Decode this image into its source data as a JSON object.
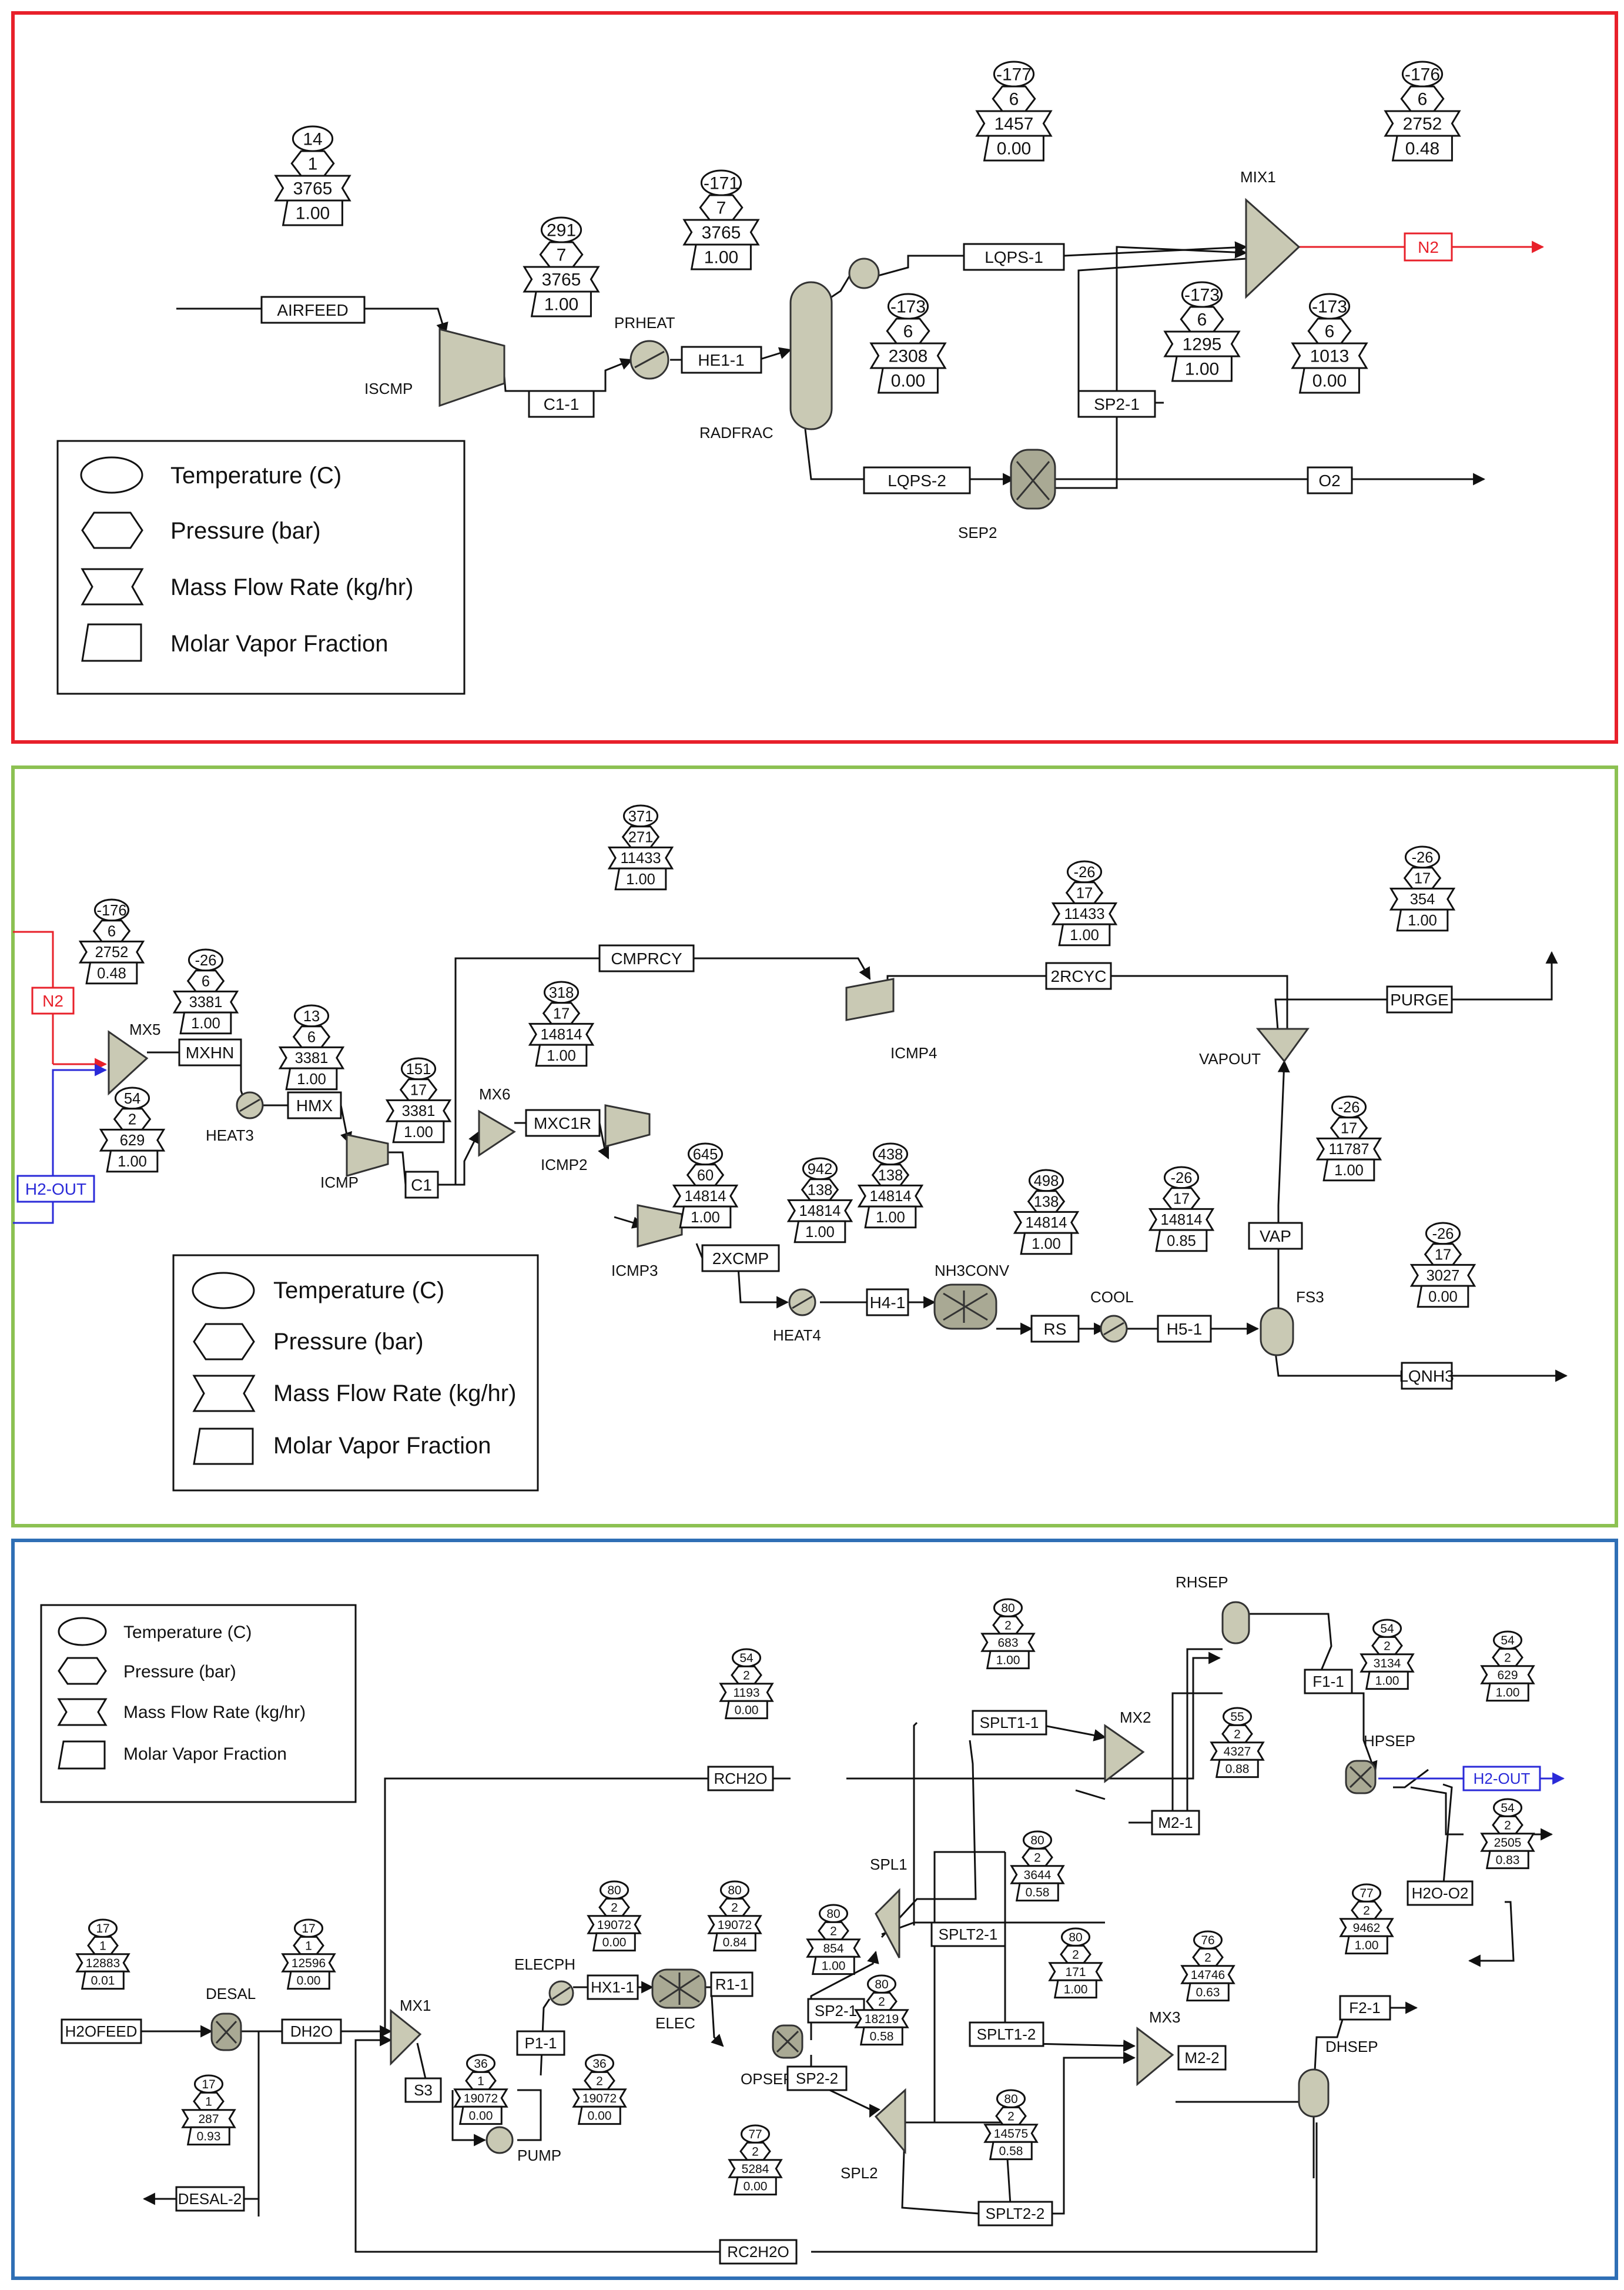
{
  "panel1": {
    "legend": {
      "temperature": "Temperature (C)",
      "pressure": "Pressure (bar)",
      "mass_flow": "Mass Flow Rate (kg/hr)",
      "vapor_fraction": "Molar Vapor Fraction"
    },
    "blocks": {
      "iscmp": "ISCMP",
      "prheat": "PRHEAT",
      "radfrac": "RADFRAC",
      "mix1": "MIX1",
      "sep2": "SEP2"
    },
    "streams": {
      "airfeed": "AIRFEED",
      "c1_1": "C1-1",
      "he1_1": "HE1-1",
      "lqps_1": "LQPS-1",
      "lqps_2": "LQPS-2",
      "sp2_1": "SP2-1",
      "n2": "N2",
      "o2": "O2"
    },
    "tags": {
      "airfeed": {
        "t": "14",
        "p": "1",
        "m": "3765",
        "v": "1.00"
      },
      "c1_1": {
        "t": "291",
        "p": "7",
        "m": "3765",
        "v": "1.00"
      },
      "he1_1": {
        "t": "-171",
        "p": "7",
        "m": "3765",
        "v": "1.00"
      },
      "lqps_1": {
        "t": "-177",
        "p": "6",
        "m": "1457",
        "v": "0.00"
      },
      "lqps_2": {
        "t": "-173",
        "p": "6",
        "m": "2308",
        "v": "0.00"
      },
      "sp2_1": {
        "t": "-173",
        "p": "6",
        "m": "1295",
        "v": "1.00"
      },
      "n2": {
        "t": "-176",
        "p": "6",
        "m": "2752",
        "v": "0.48"
      },
      "o2": {
        "t": "-173",
        "p": "6",
        "m": "1013",
        "v": "0.00"
      }
    }
  },
  "panel2": {
    "legend": {
      "temperature": "Temperature (C)",
      "pressure": "Pressure (bar)",
      "mass_flow": "Mass Flow Rate (kg/hr)",
      "vapor_fraction": "Molar Vapor Fraction"
    },
    "blocks": {
      "mx5": "MX5",
      "heat3": "HEAT3",
      "icmp": "ICMP",
      "mx6": "MX6",
      "icmp2": "ICMP2",
      "icmp3": "ICMP3",
      "heat4": "HEAT4",
      "icmp4": "ICMP4",
      "nh3conv": "NH3CONV",
      "cool": "COOL",
      "fs3": "FS3",
      "vapout": "VAPOUT"
    },
    "streams": {
      "n2": "N2",
      "h2out": "H2-OUT",
      "mxhn": "MXHN",
      "hmx": "HMX",
      "c1": "C1",
      "mxc1r": "MXC1R",
      "xcmp2": "2XCMP",
      "h4_1": "H4-1",
      "rs": "RS",
      "h5_1": "H5-1",
      "vap": "VAP",
      "lqnh3": "LQNH3",
      "purge": "PURGE",
      "rcyc2": "2RCYC",
      "cmprcy": "CMPRCY"
    },
    "tags": {
      "n2": {
        "t": "-176",
        "p": "6",
        "m": "2752",
        "v": "0.48"
      },
      "h2out": {
        "t": "54",
        "p": "2",
        "m": "629",
        "v": "1.00"
      },
      "mxhn": {
        "t": "-26",
        "p": "6",
        "m": "3381",
        "v": "1.00"
      },
      "hmx": {
        "t": "13",
        "p": "6",
        "m": "3381",
        "v": "1.00"
      },
      "c1": {
        "t": "151",
        "p": "17",
        "m": "3381",
        "v": "1.00"
      },
      "mxc1r": {
        "t": "318",
        "p": "17",
        "m": "14814",
        "v": "1.00"
      },
      "cmprcy": {
        "t": "371",
        "p": "271",
        "m": "11433",
        "v": "1.00"
      },
      "icmp2out": {
        "t": "645",
        "p": "60",
        "m": "14814",
        "v": "1.00"
      },
      "xcmp2": {
        "t": "942",
        "p": "138",
        "m": "14814",
        "v": "1.00"
      },
      "h4_1": {
        "t": "438",
        "p": "138",
        "m": "14814",
        "v": "1.00"
      },
      "rs": {
        "t": "498",
        "p": "138",
        "m": "14814",
        "v": "1.00"
      },
      "h5_1": {
        "t": "-26",
        "p": "17",
        "m": "14814",
        "v": "0.85"
      },
      "vap": {
        "t": "-26",
        "p": "17",
        "m": "11787",
        "v": "1.00"
      },
      "lqnh3": {
        "t": "-26",
        "p": "17",
        "m": "3027",
        "v": "0.00"
      },
      "rcyc2": {
        "t": "-26",
        "p": "17",
        "m": "11433",
        "v": "1.00"
      },
      "purge": {
        "t": "-26",
        "p": "17",
        "m": "354",
        "v": "1.00"
      }
    }
  },
  "panel3": {
    "legend": {
      "temperature": "Temperature (C)",
      "pressure": "Pressure (bar)",
      "mass_flow": "Mass Flow Rate (kg/hr)",
      "vapor_fraction": "Molar Vapor Fraction"
    },
    "blocks": {
      "desal": "DESAL",
      "mx1": "MX1",
      "pump": "PUMP",
      "elecph": "ELECPH",
      "elec": "ELEC",
      "opsep": "OPSEP",
      "spl1": "SPL1",
      "spl2": "SPL2",
      "mx2": "MX2",
      "mx3": "MX3",
      "rhsep": "RHSEP",
      "hpsep": "HPSEP",
      "dhsep": "DHSEP"
    },
    "streams": {
      "h2ofeed": "H2OFEED",
      "dh2o": "DH2O",
      "desal2": "DESAL-2",
      "s3": "S3",
      "p1_1": "P1-1",
      "hx1_1": "HX1-1",
      "r1_1": "R1-1",
      "sp2_1": "SP2-1",
      "sp2_2": "SP2-2",
      "rch2o": "RCH2O",
      "rc2h2o": "RC2H2O",
      "splt1_1": "SPLT1-1",
      "splt2_1": "SPLT2-1",
      "splt1_2": "SPLT1-2",
      "splt2_2": "SPLT2-2",
      "m2_1": "M2-1",
      "m2_2": "M2-2",
      "f1_1": "F1-1",
      "f2_1": "F2-1",
      "h2out": "H2-OUT",
      "h2o_o2": "H2O-O2"
    },
    "tags": {
      "h2ofeed": {
        "t": "17",
        "p": "1",
        "m": "12883",
        "v": "0.01"
      },
      "dh2o": {
        "t": "17",
        "p": "1",
        "m": "12596",
        "v": "0.00"
      },
      "desal2": {
        "t": "17",
        "p": "1",
        "m": "287",
        "v": "0.93"
      },
      "s3": {
        "t": "36",
        "p": "1",
        "m": "19072",
        "v": "0.00"
      },
      "p1_1": {
        "t": "36",
        "p": "2",
        "m": "19072",
        "v": "0.00"
      },
      "hx1_1": {
        "t": "80",
        "p": "2",
        "m": "19072",
        "v": "0.00"
      },
      "r1_1": {
        "t": "80",
        "p": "2",
        "m": "19072",
        "v": "0.84"
      },
      "sp2_1": {
        "t": "80",
        "p": "2",
        "m": "854",
        "v": "1.00"
      },
      "sp2_2": {
        "t": "80",
        "p": "2",
        "m": "18219",
        "v": "0.58"
      },
      "rch2o": {
        "t": "54",
        "p": "2",
        "m": "1193",
        "v": "0.00"
      },
      "splt1_1": {
        "t": "80",
        "p": "2",
        "m": "683",
        "v": "1.00"
      },
      "splt2_1": {
        "t": "80",
        "p": "2",
        "m": "3644",
        "v": "0.58"
      },
      "splt1_2": {
        "t": "80",
        "p": "2",
        "m": "171",
        "v": "1.00"
      },
      "splt2_2": {
        "t": "80",
        "p": "2",
        "m": "14575",
        "v": "0.58"
      },
      "rc2h2o": {
        "t": "77",
        "p": "2",
        "m": "5284",
        "v": "0.00"
      },
      "m2_1": {
        "t": "55",
        "p": "2",
        "m": "4327",
        "v": "0.88"
      },
      "m2_2": {
        "t": "76",
        "p": "2",
        "m": "14746",
        "v": "0.63"
      },
      "f1_1": {
        "t": "54",
        "p": "2",
        "m": "3134",
        "v": "1.00"
      },
      "h2out": {
        "t": "54",
        "p": "2",
        "m": "629",
        "v": "1.00"
      },
      "h2o_o2": {
        "t": "54",
        "p": "2",
        "m": "2505",
        "v": "0.83"
      },
      "f2_1": {
        "t": "77",
        "p": "2",
        "m": "9462",
        "v": "1.00"
      }
    }
  },
  "colors": {
    "panel1_border": "#e8202a",
    "panel2_border": "#8cc152",
    "panel3_border": "#2f6fb5",
    "n2_stream": "#e8202a",
    "h2_stream": "#2a2ad8",
    "equipment": "#c9c9b4"
  }
}
